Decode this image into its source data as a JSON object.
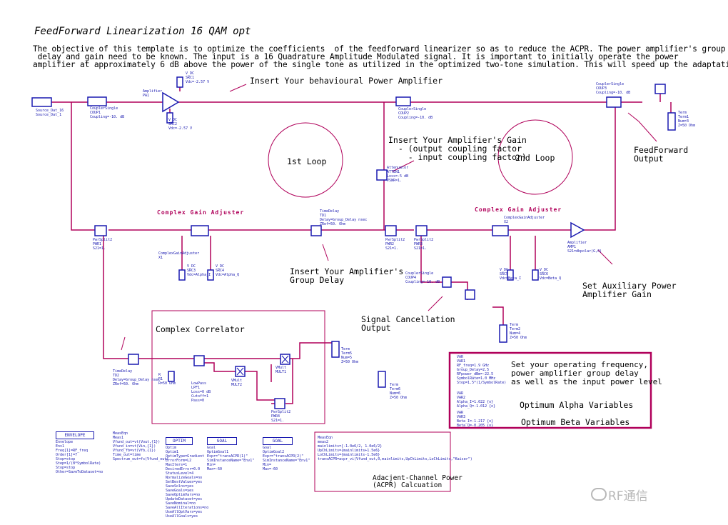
{
  "title": "FeedForward Linearization 16 QAM opt",
  "objective": [
    "The objective of this template is to optimize the coefficients  of the feedforward linearizer so as to reduce the ACPR. The power amplifier's group",
    " delay and gain need to be known. The input is a 16 Quadrature Amplitude Modulated signal. It is important to initially operate the power",
    "amplifier at approximately 6 dB above the power of the single tone as utilized in the optimized two-tone simulation. This will speed up the adaptation proce"
  ],
  "annotations": {
    "insert_pa": "Insert Your behavioural Power Amplifier",
    "insert_gain": "Insert Your Amplifier's Gain\n  - (output coupling factor\n    - input coupling factor)",
    "loop1": "1st Loop",
    "loop2": "2nd Loop",
    "ff_output": "FeedForward\nOutput",
    "cga_left": "Complex Gain Adjuster",
    "cga_right": "Complex Gain Adjuster",
    "insert_delay": "Insert Your Amplifier's\nGroup Delay",
    "aux_gain": "Set Auxiliary Power\nAmplifier Gain",
    "sig_cancel": "Signal Cancellation\nOutput",
    "correlator": "Complex Correlator",
    "set_vars": "Set your operating frequency,\npower amplifier group delay\nas well as the input power level",
    "alpha": "Optimum Alpha Variables",
    "beta": "Optimum Beta Variables",
    "acpr": "Adacjent-Channel Power\n(ACPR) Calcuation"
  },
  "component_labels": {
    "source": "Source_Dat_16\nSource_Dat_1",
    "coupler1": "CouplerSingle\nCOUP1\nCoupling=-10. dB",
    "pa": "Amplifier\nPA1",
    "vdc_top": "V_DC\nSRC1\nVdc=-2.57 V",
    "vdc_pa": "V_DC\nSRC2\nVdc=-2.57 V",
    "coupler2": "CouplerSingle\nCOUP2\nCoupling=-10. dB",
    "coupler3": "CouplerSingle\nCOUP3\nCoupling=-10. dB",
    "term_out": "Term\nTerm1\nNum=3\nZ=50 Ohm",
    "attenuator": "Attenuator\nATTEN1\nLoss=-5 dB\nVSWR=1.",
    "timedelay1": "TimeDelay\nTD1\nDelay=Group_Delay nsec\nZRef=50. Ohm",
    "aux_amp": "Amplifier\nAMP1\nS21=dbpolar(G,0)",
    "ps1": "PwrSplit2\nPWR1\nS21=1.",
    "ps2": "PwrSplit2\nPWR2\nS21=1.",
    "ps3": "PwrSplit2\nPWR3\nS21=1.",
    "mixer_left": "ComplexGainAdjuster\nX1",
    "mixer_right": "ComplexGainAdjuster\nX2",
    "coupler4": "CouplerSingle\nCOUP4\nCoupling=-10. dB",
    "term_err": "Term\nTerm2\nNum=4\nZ=50 Ohm",
    "vdc_a1": "V_DC\nSRC3\nVdc=Alpha_I",
    "vdc_a2": "V_DC\nSRC4\nVdc=Alpha_Q",
    "vdc_b1": "V_DC\nSRC5\nVdc=Beta_I",
    "vdc_b2": "V_DC\nSRC6\nVdc=Beta_Q",
    "timedelay2": "TimeDelay\nTD2\nDelay=Group_Delay nsec\nZRef=50. Ohm",
    "corr_res": "R\nR1\nR=50 Ohm",
    "corr_lpf": "LowPass\nLPF1\nLoss=0 dB\nCutoff=1\nPass=0",
    "mult1": "VMult\nMULT1",
    "mult2": "VMult\nMULT2",
    "term_c1": "Term\nTerm5\nNum=5\nZ=50 Ohm",
    "term_c2": "Term\nTerm6\nNum=6\nZ=50 Ohm",
    "ps4": "PwrSplit2\nPWR4\nS21=1.",
    "var1": "VAR\nVAR1\nRF_freq=1.9 GHz\nGroup_Delay=2.5\nRFpower_dBm=-22.5\nSymbolRate=1.0 MHz\nStop=1.5*(1/SymbolRate)",
    "var2": "VAR\nVAR2\nAlpha_I=1.022 {o}\nAlpha_Q=-1.012 {o}",
    "var3": "VAR\nVAR3\nBeta_I=-1.217 {o}\nBeta_Q=-0.205 {o}",
    "envelope": "Envelope\nEnv1\nFreq[1]=RF_freq\nOrder[1]=7\nStop=stop\nStep=1/(8*SymbolRate)\nStop=stop\nOther=SaveToDataset=no",
    "meas": "MeasEqn\nMeas1\nVfund_out=vt(Vout,{1})\nVfund_in=vt(Vin,{1})\nVfund_fb=vt(Vfb,{1})\nTime_out=time\nSpectrum_out=fs(Vfund_out)",
    "optim": "Optim\nOptim1\nOptimType=Gradient\nErrorForm=L2\nMaxIters=1\nDesiredError=0.0\nStatusLevel=4\nNormalizeGoals=no\nSetBestValues=yes\nSaveSolns=yes\nSaveGoals=yes\nSaveOptimVars=no\nUpdateDataset=yes\nSaveNominal=no\nSaveAllIterations=no\nUseAllOptVars=yes\nUseAllGoals=yes",
    "goal1": "Goal\nOptimGoal1\nExpr=\"transACPR(1)\"\nSimInstanceName=\"Env1\"\nMin=\nMax=-60",
    "goal2": "Goal\nOptimGoal2\nExpr=\"transACPR(2)\"\nSimInstanceName=\"Env1\"\nMin=\nMax=-60",
    "acpr_eqn": "MeasEqn\nmeas2\nmainlimits={-1.0e6/2, 1.0e6/2}\nUpChLimits={mainlimits+1.5e6}\nLoChLimits={mainlimits-1.5e6}\ntransACPR=acpr_vi(Vfund_out,0,mainlimits,UpChLimits,LoChLimits,\"Kaiser\")"
  },
  "watermark": "RF通信",
  "colors": {
    "wire": "#b0005a",
    "component": "#1a1ab0",
    "box": "#b0005a",
    "text": "#000000"
  }
}
